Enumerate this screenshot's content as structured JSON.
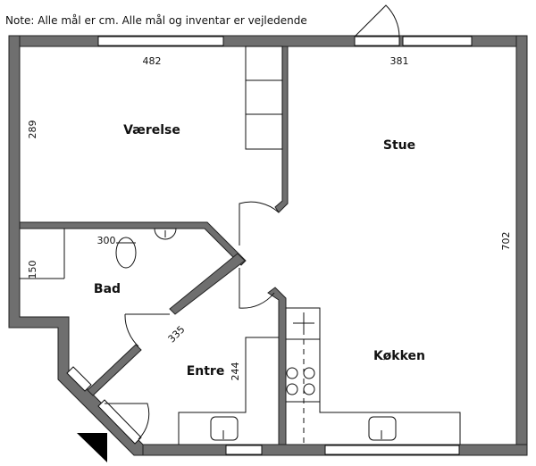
{
  "note": "Note: Alle mål er cm. Alle mål og inventar er vejledende",
  "rooms": {
    "vaerelse": "Værelse",
    "stue": "Stue",
    "bad": "Bad",
    "entre": "Entre",
    "kokken": "Køkken"
  },
  "dimensions": {
    "vaerelse_width": "482",
    "vaerelse_depth": "289",
    "stue_width": "381",
    "stue_depth": "702",
    "bad_width": "300",
    "bad_depth": "150",
    "entre_diagonal": "335",
    "entre_depth": "244"
  },
  "colors": {
    "wall": "#6f6f6f"
  }
}
